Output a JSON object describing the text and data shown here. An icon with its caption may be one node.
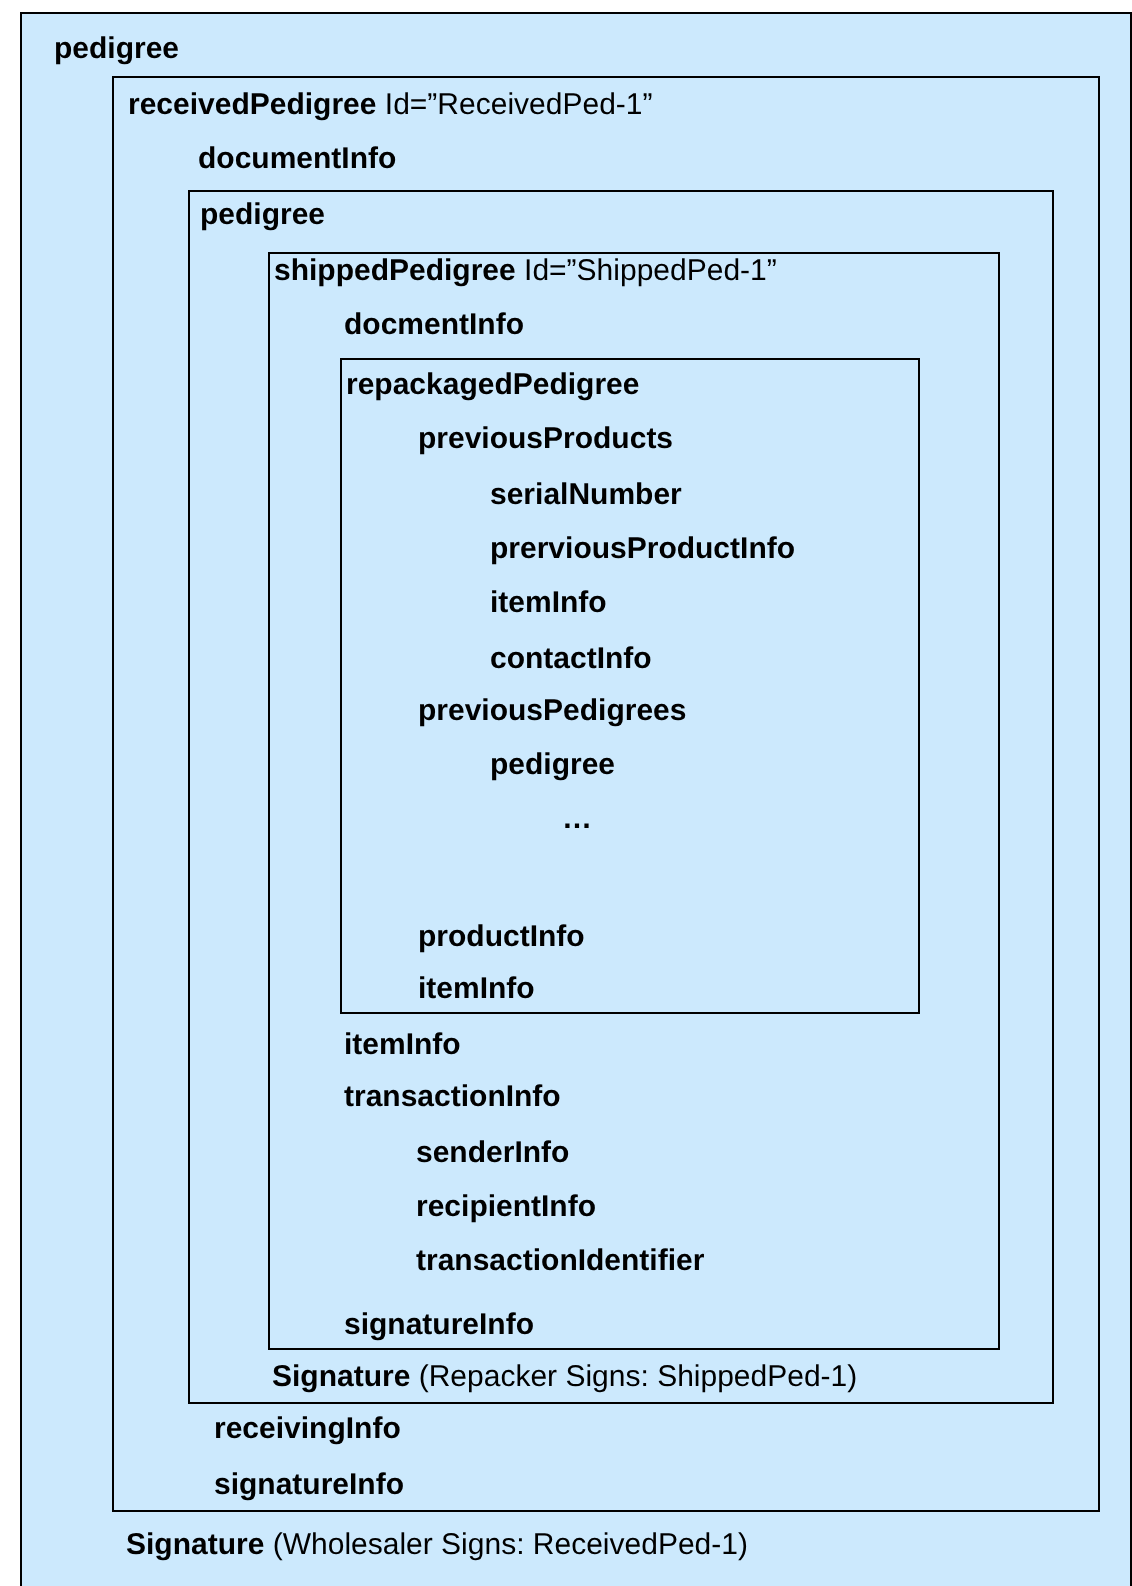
{
  "diagram": {
    "nodes": [
      {
        "text": [
          "pedigree",
          "**Signature** (Wholesaler Signs: ReceivedPed-1)"
        ]
      },
      {
        "text": [
          "**receivedPedigree** Id=”ReceivedPed-1”",
          "documentInfo",
          "receivingInfo",
          "signatureInfo"
        ],
        "in": 0
      },
      {
        "text": [
          "pedigree",
          "**Signature** (Repacker Signs: ShippedPed-1)"
        ],
        "in": 1
      },
      {
        "text": [
          "**shippedPedigree** Id=”ShippedPed-1”",
          "docmentInfo",
          "itemInfo",
          "transactionInfo",
          "senderInfo",
          "recipientInfo",
          "transactionIdentifier",
          "signatureInfo"
        ],
        "in": 2
      },
      {
        "text": [
          "repackagedPedigree",
          "previousProducts",
          "serialNumber",
          "prerviousProductInfo",
          "itemInfo",
          "contactInfo",
          "previousPedigrees",
          "pedigree",
          "…",
          "productInfo",
          "itemInfo"
        ],
        "in": 3
      }
    ]
  }
}
